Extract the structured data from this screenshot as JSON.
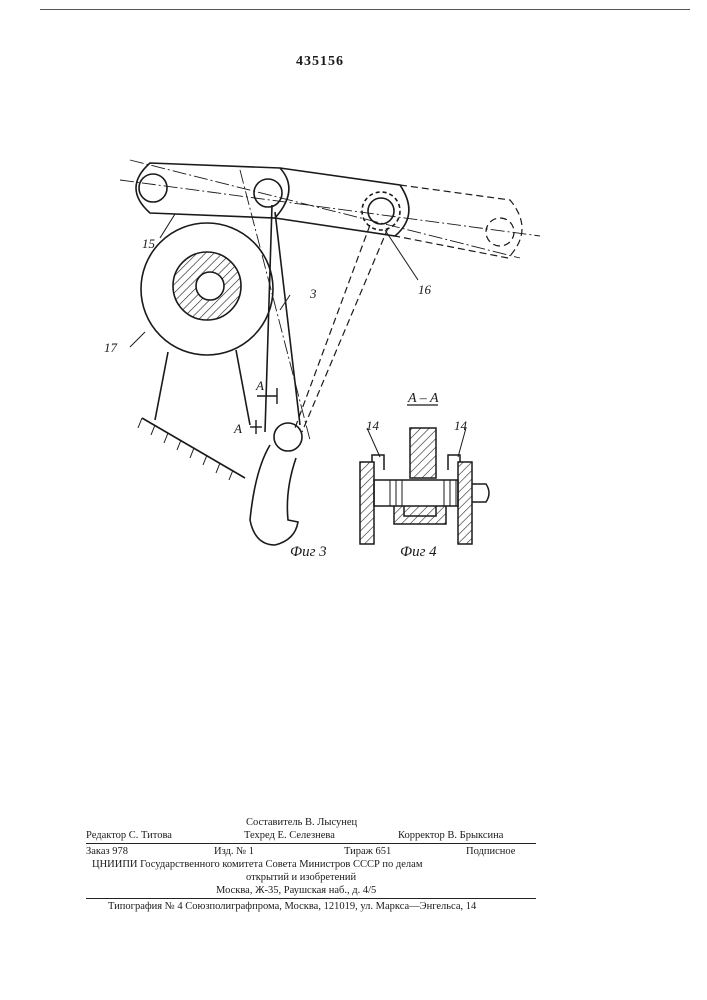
{
  "patent_number": "435156",
  "figure_labels": {
    "fig3": "Фиг 3",
    "fig4": "Фиг 4",
    "section": "A – A",
    "part_15": "15",
    "part_16": "16",
    "part_17": "17",
    "part_3": "3",
    "part_14_left": "14",
    "part_14_right": "14",
    "cut_a_upper": "A",
    "cut_a_lower": "A"
  },
  "imprint": {
    "compiler": "Составитель В. Лысунец",
    "editor": "Редактор С. Титова",
    "tech_editor": "Техред Е. Селезнева",
    "proofreader": "Корректор В. Брыксина",
    "order": "Заказ 978",
    "edition": "Изд. № 1",
    "print_run": "Тираж 651",
    "subscription": "Подписное",
    "institute_line1": "ЦНИИПИ Государственного комитета Совета Министров СССР по делам",
    "institute_line2": "открытий и изобретений",
    "address": "Москва, Ж-35, Раушская наб., д. 4/5",
    "printing_house": "Типография № 4 Союзполиграфпрома, Москва, 121019, ул. Маркса—Энгельса, 14"
  }
}
